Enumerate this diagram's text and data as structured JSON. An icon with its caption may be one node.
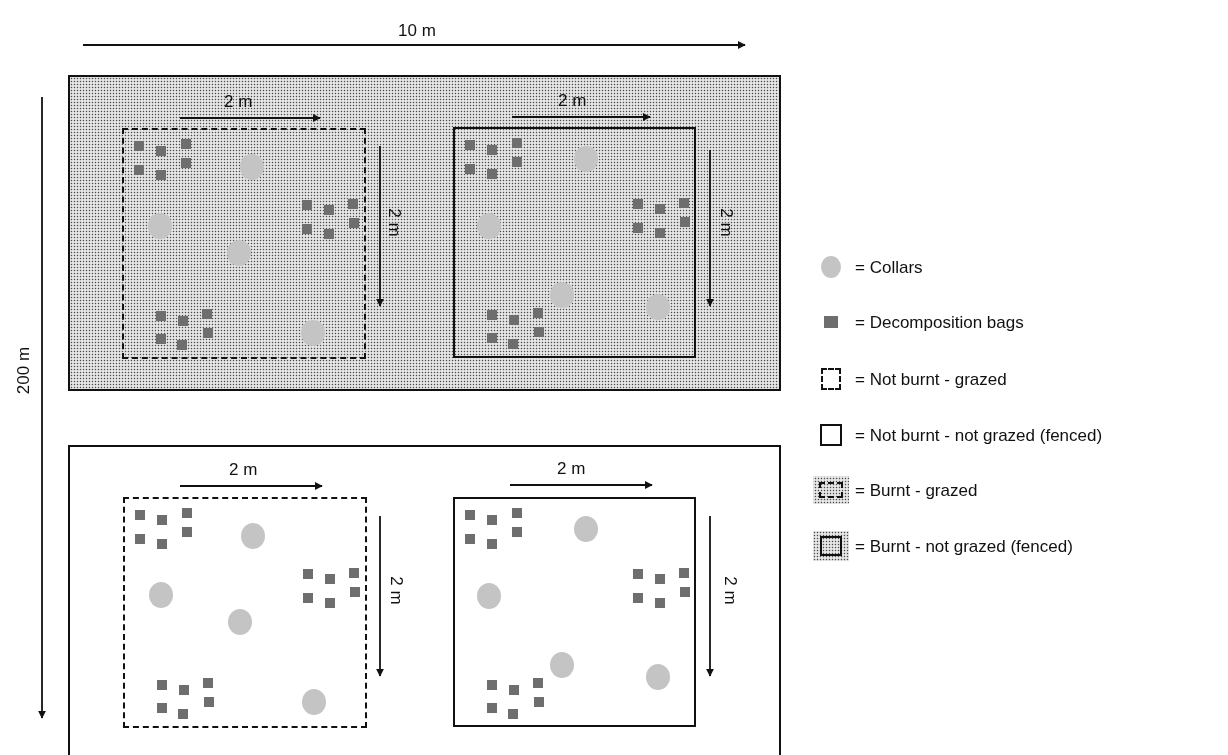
{
  "diagram": {
    "nodes": [
      {
        "text": [],
        "shape": "box"
      },
      {
        "text": [],
        "shape": "box",
        "in": 0
      },
      {
        "text": [],
        "shape": "box",
        "in": 0
      },
      {
        "text": [],
        "shape": "box"
      },
      {
        "text": [],
        "shape": "box",
        "in": 3
      },
      {
        "text": [],
        "shape": "box",
        "in": 3
      }
    ],
    "edges": [],
    "labels": [
      "10 m",
      "2 m",
      "2 m",
      "2 m",
      "2 m",
      "200 m",
      "2 m",
      "2 m",
      "2 m",
      "2 m"
    ],
    "legend": [
      {
        "text": "= Collars"
      },
      {
        "text": "= Decomposition bags"
      },
      {
        "text": "= Not burnt - grazed"
      },
      {
        "text": "= Not burnt - not grazed (fenced)"
      },
      {
        "text": "= Burnt - grazed"
      },
      {
        "text": "= Burnt - not grazed (fenced)"
      }
    ]
  }
}
